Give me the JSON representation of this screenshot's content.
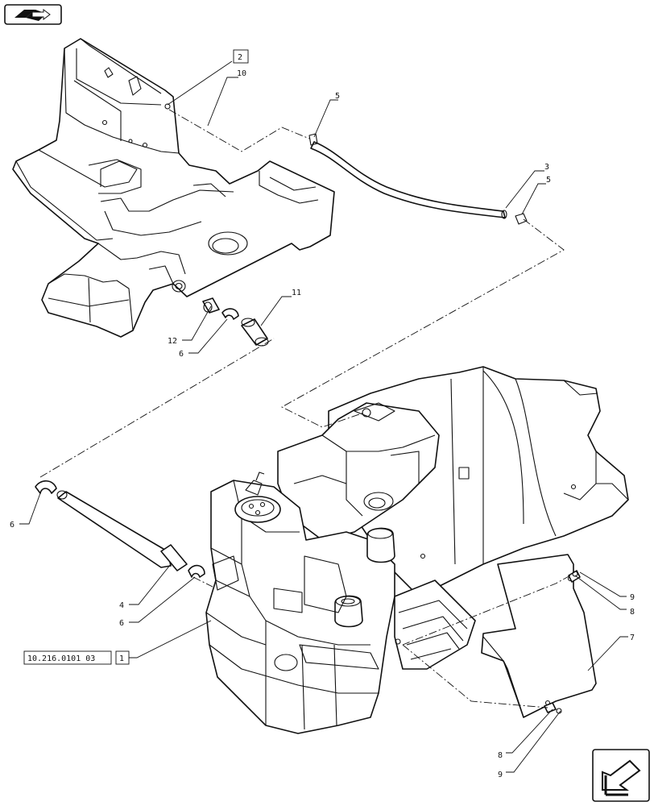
{
  "callouts": {
    "c1": "1",
    "c2": "2",
    "c3": "3",
    "c4": "4",
    "c5a": "5",
    "c5b": "5",
    "c6a": "6",
    "c6b": "6",
    "c6c": "6",
    "c7": "7",
    "c8a": "8",
    "c8b": "8",
    "c9a": "9",
    "c9b": "9",
    "c10": "10",
    "c11": "11",
    "c12": "12"
  },
  "reference": {
    "code": "10.216.0101 03"
  },
  "icons": {
    "top_left": "book-arrow-icon",
    "bottom_right": "next-page-arrow-icon"
  }
}
